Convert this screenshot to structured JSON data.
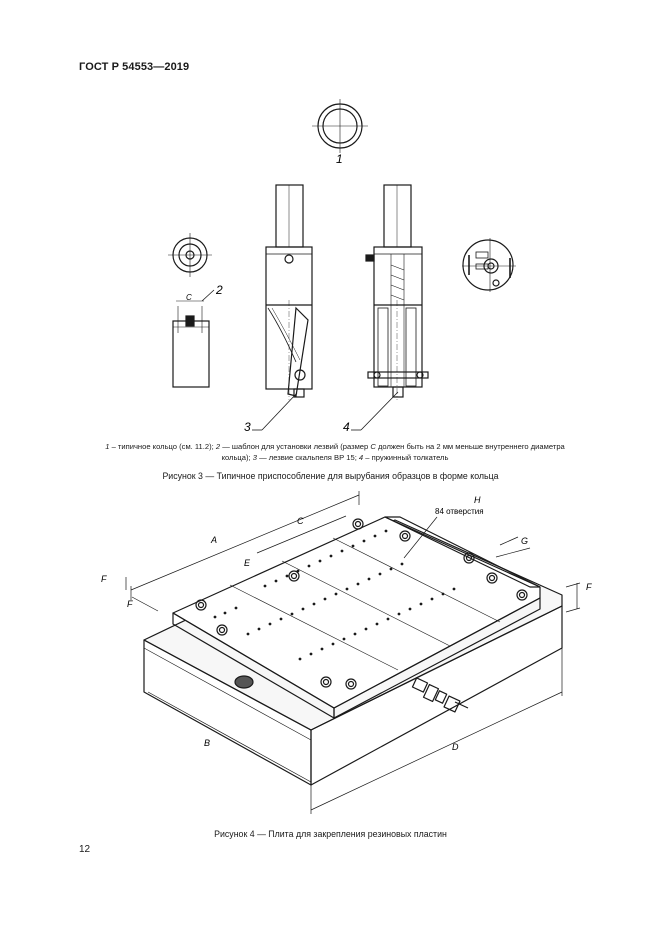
{
  "header": {
    "standard": "ГОСТ Р 54553—2019"
  },
  "figure3": {
    "callouts": {
      "c1": "1",
      "c2": "2",
      "c3": "3",
      "c4": "4",
      "dim_c": "C"
    },
    "legend": {
      "n1": "1",
      "t1": " – типичное кольцо (см. 11.2); ",
      "n2": "2",
      "t2": " — шаблон для установки лезвий (размер ",
      "cvar": "C",
      "t3": " должен быть на 2 мм меньше внутреннего диаметра кольца); ",
      "n3": "3",
      "t4": " — лезвие скальпеля ВР 15; ",
      "n4": "4",
      "t5": " – пружинный толкатель"
    },
    "caption": "Рисунок 3 — Типичное приспособление для вырубания образцов в форме кольца"
  },
  "figure4": {
    "labels": {
      "A": "A",
      "B": "B",
      "C": "C",
      "D": "D",
      "E": "E",
      "F1": "F",
      "F2": "F",
      "F3": "F",
      "G": "G",
      "H": "H",
      "holes": "84 отверстия"
    },
    "caption": "Рисунок 4 — Плита для закрепления резиновых пластин"
  },
  "footer": {
    "page_number": "12"
  }
}
